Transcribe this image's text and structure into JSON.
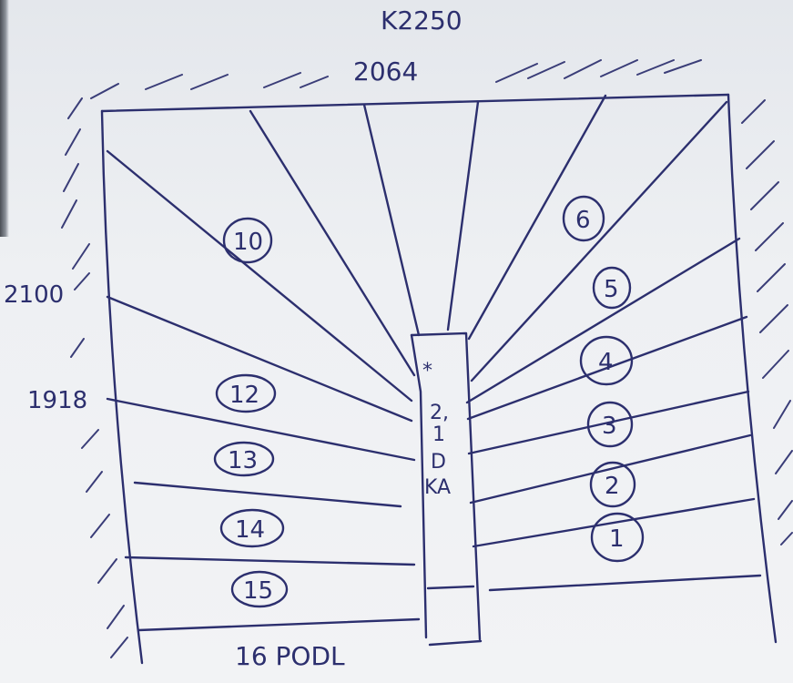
{
  "title": "K2250",
  "top_dim": "2064",
  "left_dims": [
    "2100",
    "1918"
  ],
  "center_text": [
    "*",
    "2,",
    "1",
    "D",
    "KA"
  ],
  "steps": [
    "1",
    "2",
    "3",
    "4",
    "5",
    "6",
    "10",
    "12",
    "13",
    "14",
    "15"
  ],
  "bottom_label": "16 PODL",
  "ink_color": "#2c2f6e"
}
